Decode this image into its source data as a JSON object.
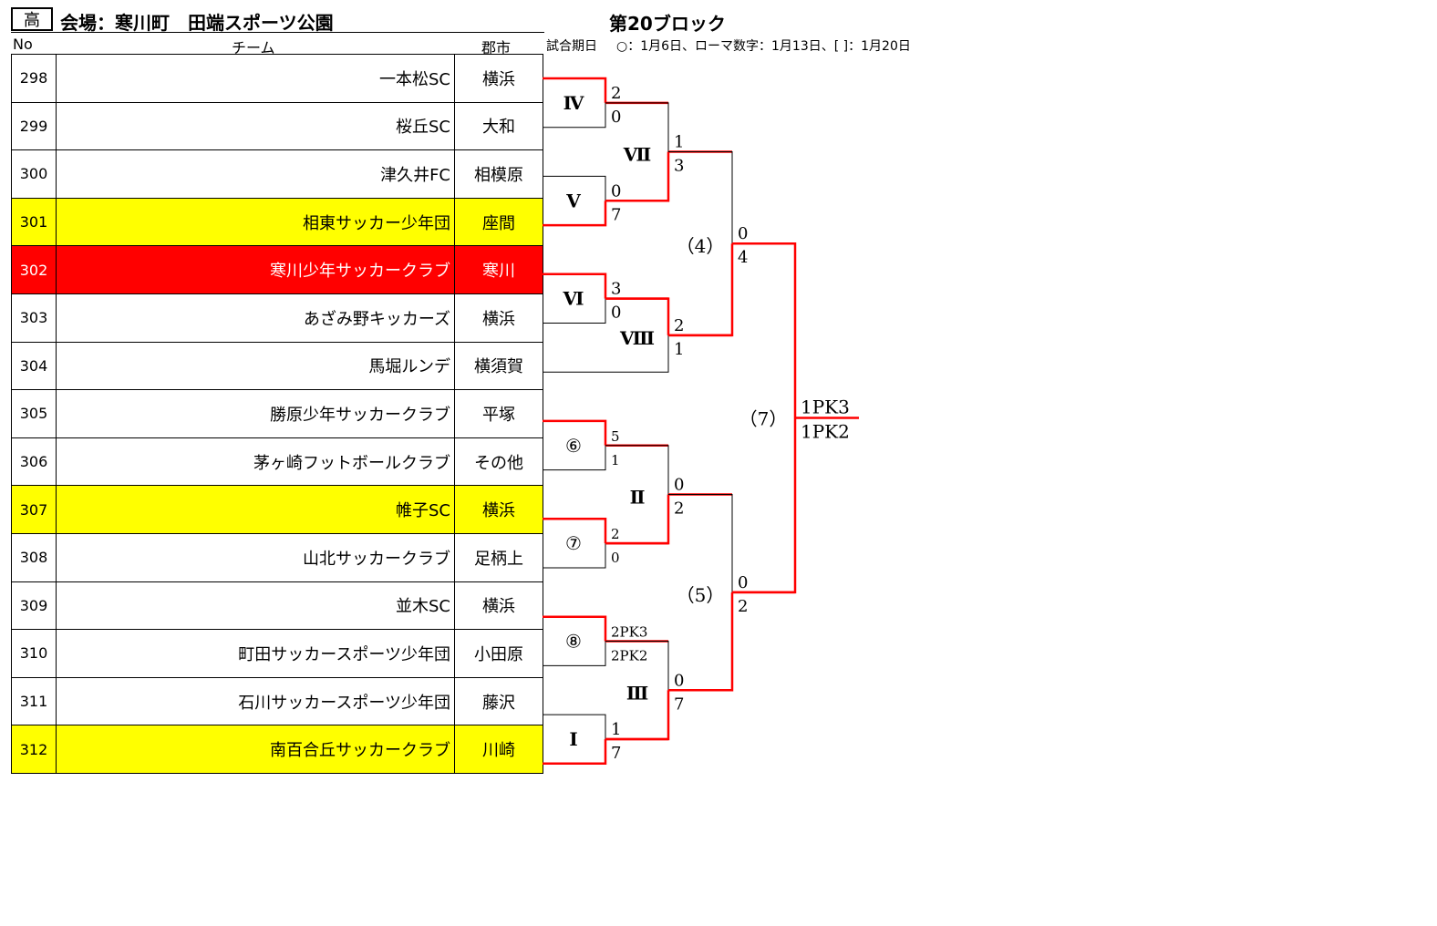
{
  "header": {
    "tag": "高",
    "venue": "会場：寒川町　田端スポーツ公園",
    "block_title": "第20ブロック",
    "col_no": "No",
    "col_team": "チーム",
    "col_area": "郡市",
    "legend_label": "試合期日",
    "legend_text": "○：1月6日、ローマ数字：1月13日、[ ]：1月20日"
  },
  "colors": {
    "highlight_yellow": "#ffff00",
    "highlight_red": "#ff0000",
    "winner_line": "#ff0000",
    "loser_line": "#000000"
  },
  "teams": [
    {
      "no": "298",
      "name": "一本松SC",
      "area": "横浜",
      "highlight": ""
    },
    {
      "no": "299",
      "name": "桜丘SC",
      "area": "大和",
      "highlight": ""
    },
    {
      "no": "300",
      "name": "津久井FC",
      "area": "相模原",
      "highlight": ""
    },
    {
      "no": "301",
      "name": "相東サッカー少年団",
      "area": "座間",
      "highlight": "yellow"
    },
    {
      "no": "302",
      "name": "寒川少年サッカークラブ",
      "area": "寒川",
      "highlight": "red"
    },
    {
      "no": "303",
      "name": "あざみ野キッカーズ",
      "area": "横浜",
      "highlight": ""
    },
    {
      "no": "304",
      "name": "馬堀ルンデ",
      "area": "横須賀",
      "highlight": ""
    },
    {
      "no": "305",
      "name": "勝原少年サッカークラブ",
      "area": "平塚",
      "highlight": ""
    },
    {
      "no": "306",
      "name": "茅ヶ崎フットボールクラブ",
      "area": "その他",
      "highlight": ""
    },
    {
      "no": "307",
      "name": "帷子SC",
      "area": "横浜",
      "highlight": "yellow"
    },
    {
      "no": "308",
      "name": "山北サッカークラブ",
      "area": "足柄上",
      "highlight": ""
    },
    {
      "no": "309",
      "name": "並木SC",
      "area": "横浜",
      "highlight": ""
    },
    {
      "no": "310",
      "name": "町田サッカースポーツ少年団",
      "area": "小田原",
      "highlight": ""
    },
    {
      "no": "311",
      "name": "石川サッカースポーツ少年団",
      "area": "藤沢",
      "highlight": ""
    },
    {
      "no": "312",
      "name": "南百合丘サッカークラブ",
      "area": "川崎",
      "highlight": "yellow"
    }
  ],
  "bracket": {
    "round1": [
      {
        "label": "Ⅳ",
        "score_top": "2",
        "score_bottom": "0"
      },
      {
        "label": "Ⅴ",
        "score_top": "0",
        "score_bottom": "7"
      },
      {
        "label": "Ⅵ",
        "score_top": "3",
        "score_bottom": "0"
      },
      {
        "label": "⑥",
        "score_top": "5",
        "score_bottom": "1"
      },
      {
        "label": "⑦",
        "score_top": "2",
        "score_bottom": "0"
      },
      {
        "label": "⑧",
        "score_top": "2PK3",
        "score_bottom": "2PK2"
      },
      {
        "label": "Ⅰ",
        "score_top": "1",
        "score_bottom": "7"
      }
    ],
    "round2": [
      {
        "label": "Ⅶ",
        "score_top": "1",
        "score_bottom": "3"
      },
      {
        "label": "Ⅷ",
        "score_top": "2",
        "score_bottom": "1"
      },
      {
        "label": "Ⅱ",
        "score_top": "0",
        "score_bottom": "2"
      },
      {
        "label": "Ⅲ",
        "score_top": "0",
        "score_bottom": "7"
      }
    ],
    "round3": [
      {
        "label": "（4）",
        "score_top": "0",
        "score_bottom": "4"
      },
      {
        "label": "（5）",
        "score_top": "0",
        "score_bottom": "2"
      }
    ],
    "final": {
      "label": "（7）",
      "score_top": "1PK3",
      "score_bottom": "1PK2"
    }
  }
}
